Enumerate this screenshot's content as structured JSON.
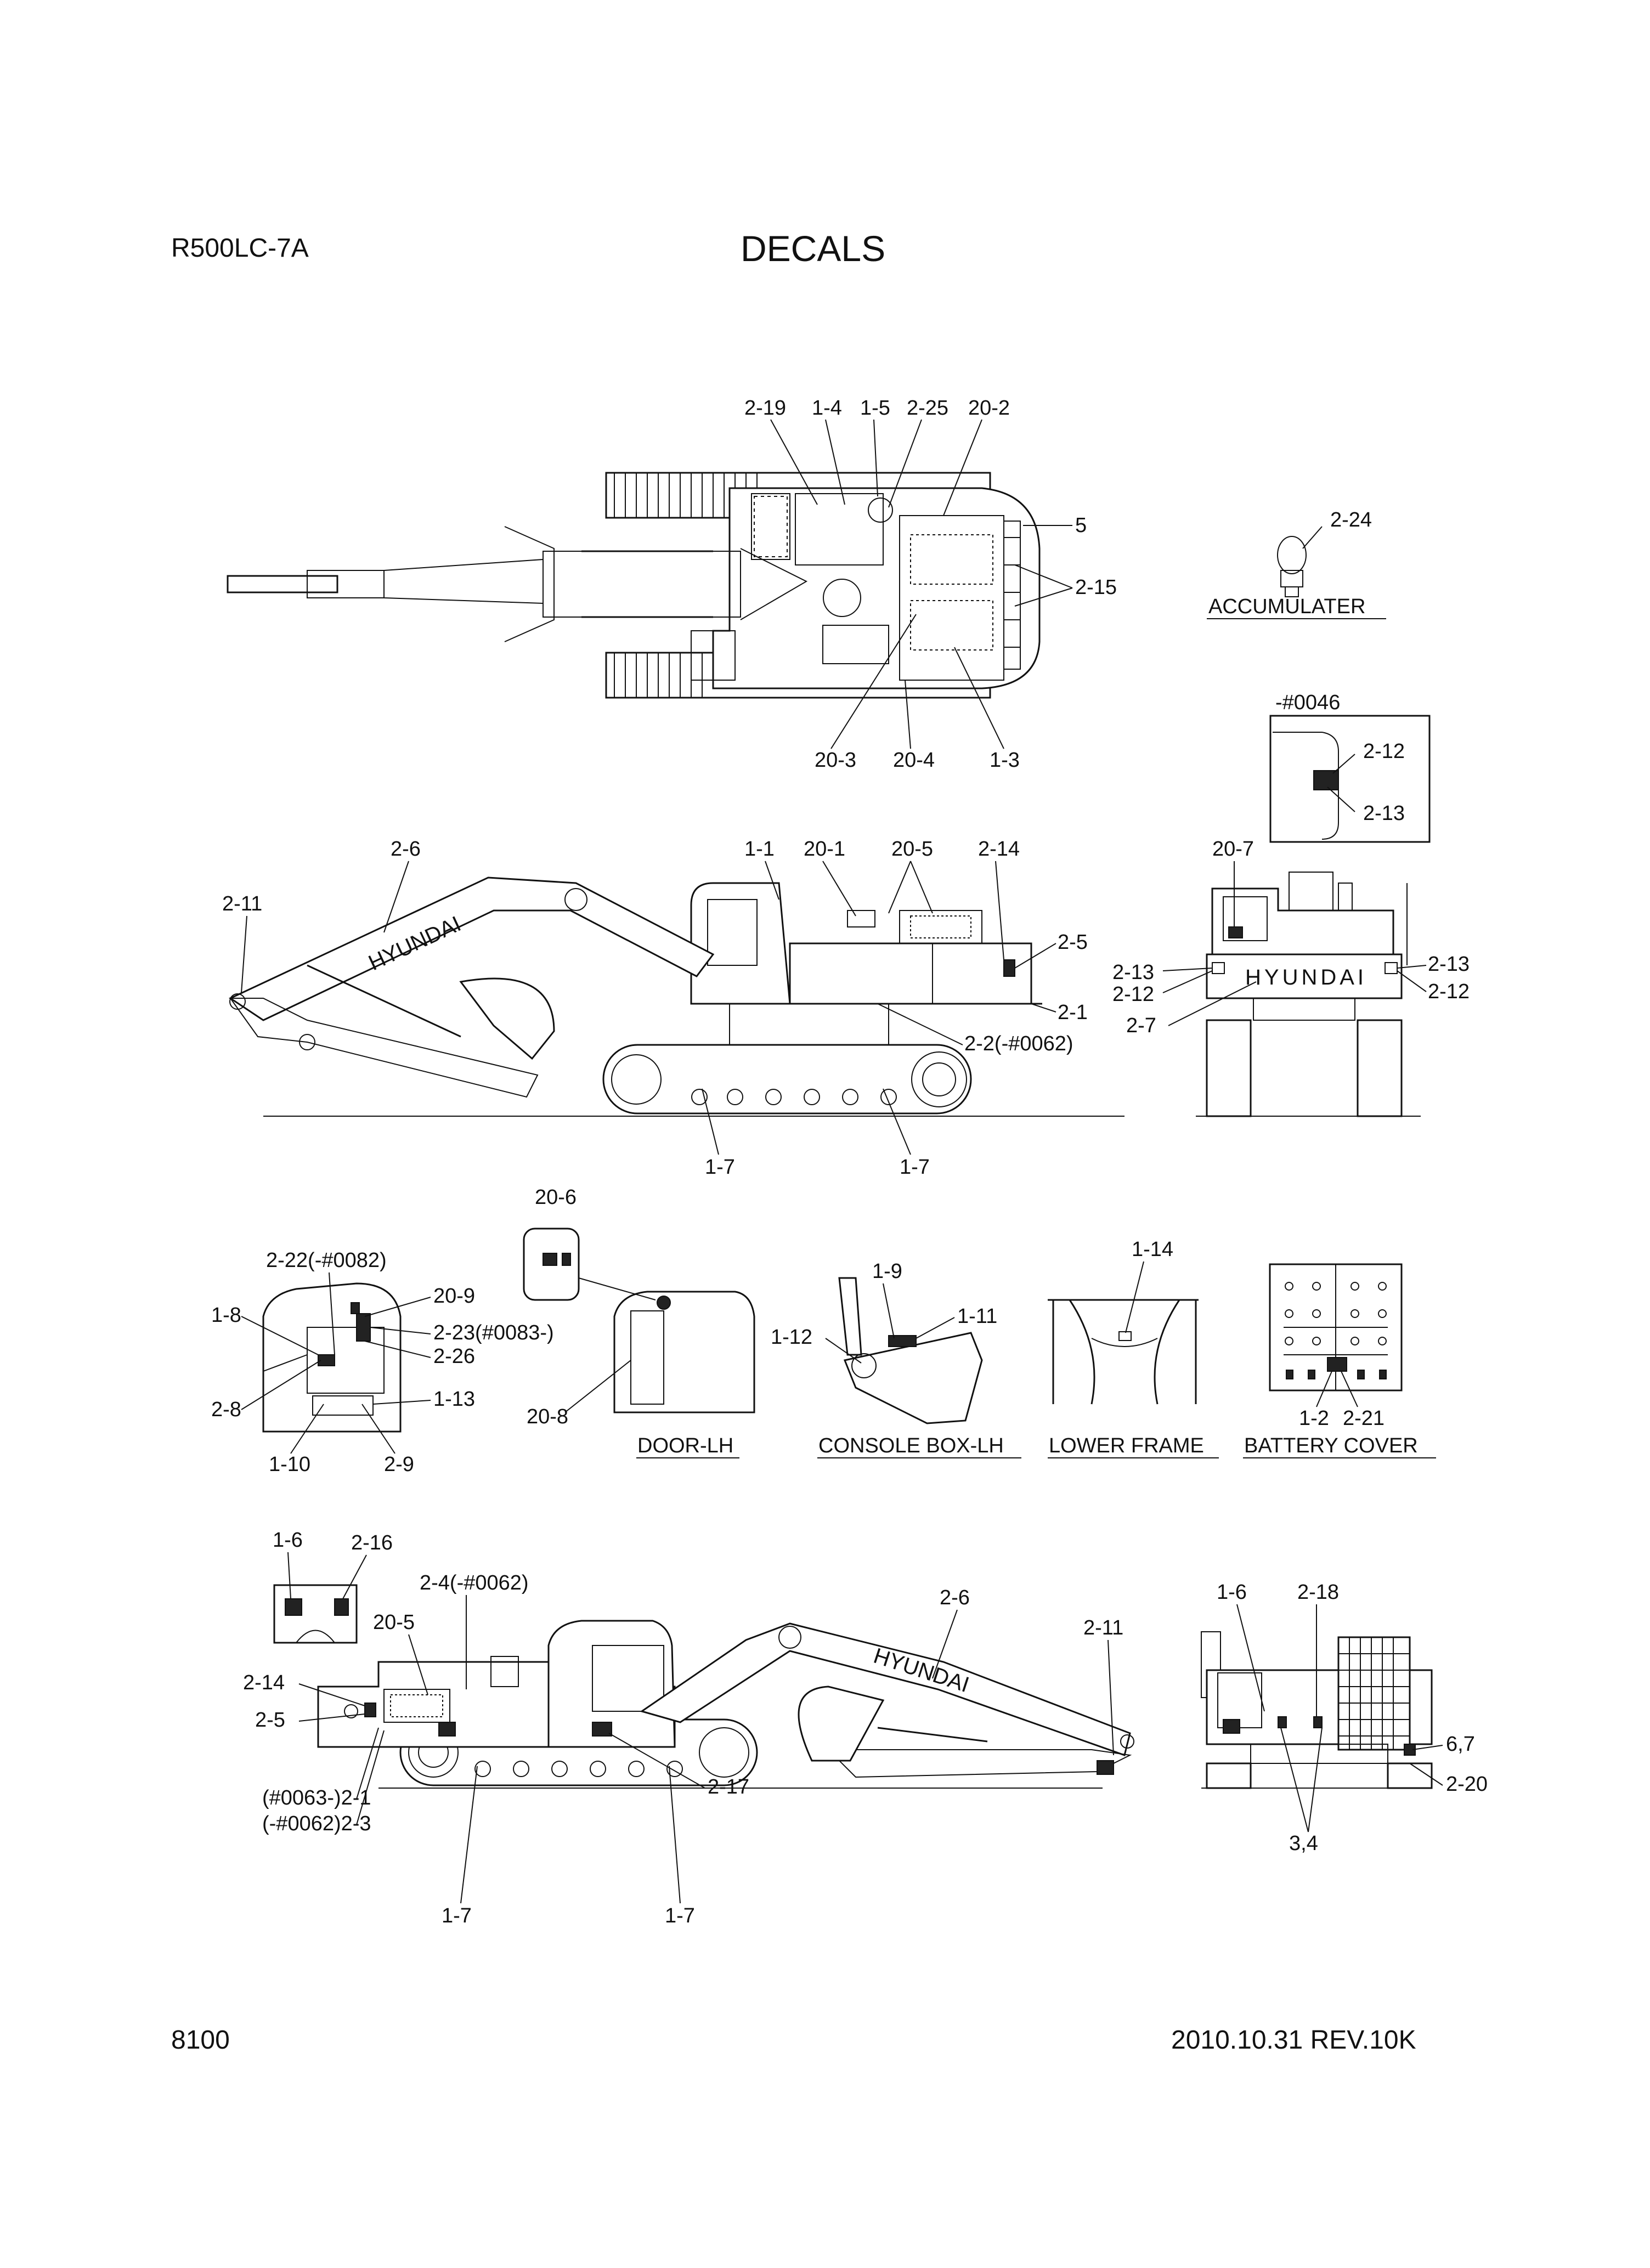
{
  "header": {
    "model": "R500LC-7A",
    "title": "DECALS"
  },
  "footer": {
    "page": "8100",
    "date_rev": "2010.10.31  REV.10K"
  },
  "views": {
    "top": {
      "callouts": [
        "2-19",
        "1-4",
        "1-5",
        "2-25",
        "20-2",
        "5",
        "2-15",
        "20-3",
        "20-4",
        "1-3"
      ]
    },
    "accumulator": {
      "caption": "ACCUMULATER",
      "callouts": [
        "2-24"
      ]
    },
    "serial_inset": {
      "serial": "-#0046",
      "callouts": [
        "2-12",
        "2-13"
      ]
    },
    "side_left": {
      "callouts": [
        "2-6",
        "2-11",
        "1-1",
        "20-1",
        "20-5",
        "2-14",
        "2-5",
        "2-1",
        "2-2(-#0062)",
        "1-7",
        "1-7"
      ],
      "brand": "HYUNDAI"
    },
    "rear": {
      "callouts": [
        "20-7",
        "2-13",
        "2-12",
        "2-7",
        "2-13",
        "2-12"
      ],
      "brand": "HYUNDAI"
    },
    "cab_interior": {
      "callouts": [
        "2-22(-#0082)",
        "20-9",
        "1-8",
        "2-23(#0083-)",
        "2-26",
        "2-8",
        "1-13",
        "1-10",
        "2-9"
      ]
    },
    "door": {
      "caption": "DOOR-LH",
      "callouts": [
        "20-6",
        "20-8"
      ]
    },
    "console": {
      "caption": "CONSOLE BOX-LH",
      "callouts": [
        "1-9",
        "1-11",
        "1-12"
      ]
    },
    "lower_frame": {
      "caption": "LOWER FRAME",
      "callouts": [
        "1-14"
      ]
    },
    "battery_cover": {
      "caption": "BATTERY COVER",
      "callouts": [
        "1-2",
        "2-21"
      ]
    },
    "side_right": {
      "callouts": [
        "1-6",
        "2-16",
        "2-4(-#0062)",
        "20-5",
        "2-14",
        "2-5",
        "(#0063-)2-1",
        "(-#0062)2-3",
        "2-6",
        "2-11",
        "2-17",
        "1-7",
        "1-7"
      ],
      "brand": "HYUNDAI"
    },
    "front": {
      "callouts": [
        "1-6",
        "2-18",
        "6,7",
        "2-20",
        "3,4"
      ]
    }
  }
}
